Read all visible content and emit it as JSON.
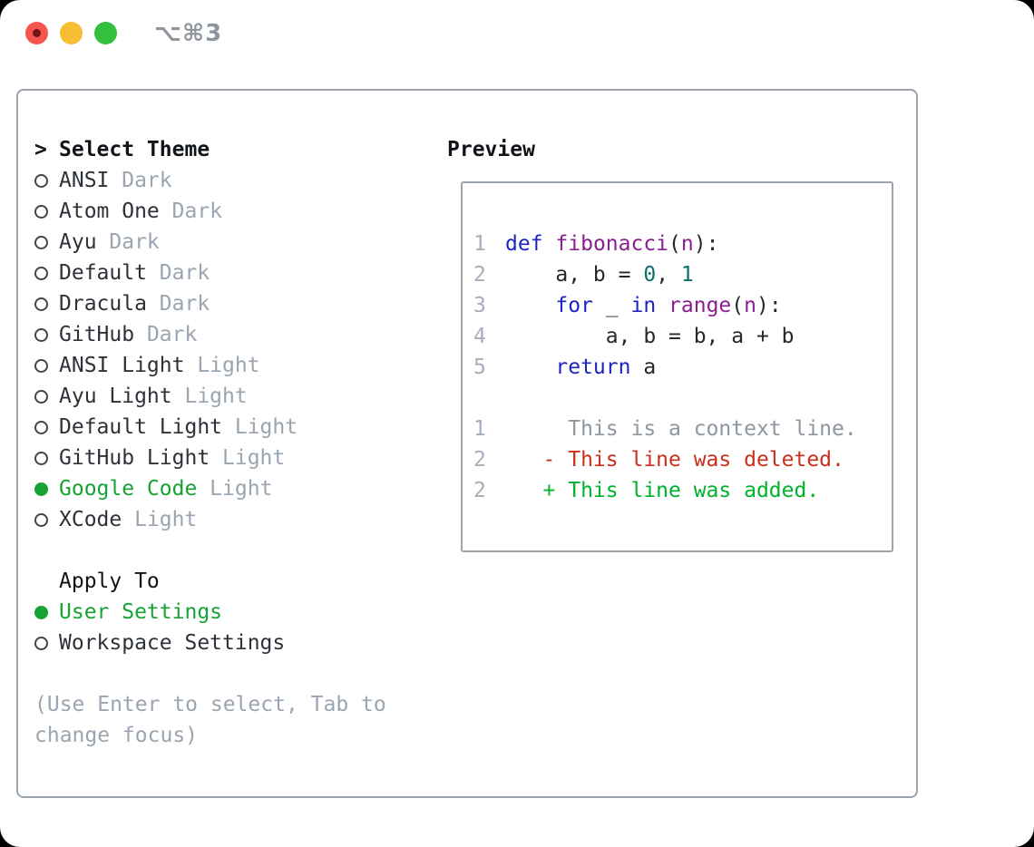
{
  "window": {
    "title": "⌥⌘3"
  },
  "colors": {
    "window_bg": "#ffffff",
    "border": "#9aa3ae",
    "text": "#2d3238",
    "header_text": "#101418",
    "muted": "#9aa5b1",
    "accent_green": "#16a334",
    "traffic_red": "#f4564e",
    "traffic_red_dot": "#701511",
    "traffic_yellow": "#f7bd33",
    "traffic_green": "#33c03f",
    "titlebar_text": "#8e959c",
    "code_keyword": "#1c25c2",
    "code_function": "#8a1f8f",
    "code_number": "#0c6f6a",
    "code_plain": "#24292e",
    "line_number": "#a4aebc",
    "diff_context": "#8e979f",
    "diff_deleted": "#c9301c",
    "diff_added": "#00b32c"
  },
  "theme_picker": {
    "header_marker": ">",
    "header": "Select Theme",
    "items": [
      {
        "name": "ANSI",
        "variant": "Dark",
        "selected": false
      },
      {
        "name": "Atom One",
        "variant": "Dark",
        "selected": false
      },
      {
        "name": "Ayu",
        "variant": "Dark",
        "selected": false
      },
      {
        "name": "Default",
        "variant": "Dark",
        "selected": false
      },
      {
        "name": "Dracula",
        "variant": "Dark",
        "selected": false
      },
      {
        "name": "GitHub",
        "variant": "Dark",
        "selected": false
      },
      {
        "name": "ANSI Light",
        "variant": "Light",
        "selected": false
      },
      {
        "name": "Ayu Light",
        "variant": "Light",
        "selected": false
      },
      {
        "name": "Default Light",
        "variant": "Light",
        "selected": false
      },
      {
        "name": "GitHub Light",
        "variant": "Light",
        "selected": false
      },
      {
        "name": "Google Code",
        "variant": "Light",
        "selected": true
      },
      {
        "name": "XCode",
        "variant": "Light",
        "selected": false
      }
    ]
  },
  "apply_to": {
    "header": "Apply To",
    "items": [
      {
        "name": "User Settings",
        "selected": true
      },
      {
        "name": "Workspace Settings",
        "selected": false
      }
    ]
  },
  "hint_lines": [
    "(Use Enter to select, Tab to",
    "change focus)"
  ],
  "preview": {
    "title": "Preview",
    "code_lines": [
      {
        "num": "1",
        "tokens": [
          {
            "t": "def",
            "c": "keyword"
          },
          {
            "t": " ",
            "c": "plain"
          },
          {
            "t": "fibonacci",
            "c": "function"
          },
          {
            "t": "(",
            "c": "plain"
          },
          {
            "t": "n",
            "c": "function"
          },
          {
            "t": "):",
            "c": "plain"
          }
        ]
      },
      {
        "num": "2",
        "tokens": [
          {
            "t": "    a, b = ",
            "c": "plain"
          },
          {
            "t": "0",
            "c": "number"
          },
          {
            "t": ", ",
            "c": "plain"
          },
          {
            "t": "1",
            "c": "number"
          }
        ]
      },
      {
        "num": "3",
        "tokens": [
          {
            "t": "    ",
            "c": "plain"
          },
          {
            "t": "for",
            "c": "keyword"
          },
          {
            "t": " _ ",
            "c": "plain"
          },
          {
            "t": "in",
            "c": "keyword"
          },
          {
            "t": " ",
            "c": "plain"
          },
          {
            "t": "range",
            "c": "function"
          },
          {
            "t": "(",
            "c": "plain"
          },
          {
            "t": "n",
            "c": "function"
          },
          {
            "t": "):",
            "c": "plain"
          }
        ]
      },
      {
        "num": "4",
        "tokens": [
          {
            "t": "        a, b = b, a + b",
            "c": "plain"
          }
        ]
      },
      {
        "num": "5",
        "tokens": [
          {
            "t": "    ",
            "c": "plain"
          },
          {
            "t": "return",
            "c": "keyword"
          },
          {
            "t": " a",
            "c": "plain"
          }
        ]
      }
    ],
    "diff_lines": [
      {
        "num": "1",
        "tokens": [
          {
            "t": "     This is a context line.",
            "c": "context"
          }
        ]
      },
      {
        "num": "2",
        "tokens": [
          {
            "t": "   - This line was deleted.",
            "c": "deleted"
          }
        ]
      },
      {
        "num": "2",
        "tokens": [
          {
            "t": "   + This line was added.",
            "c": "added"
          }
        ]
      }
    ]
  }
}
